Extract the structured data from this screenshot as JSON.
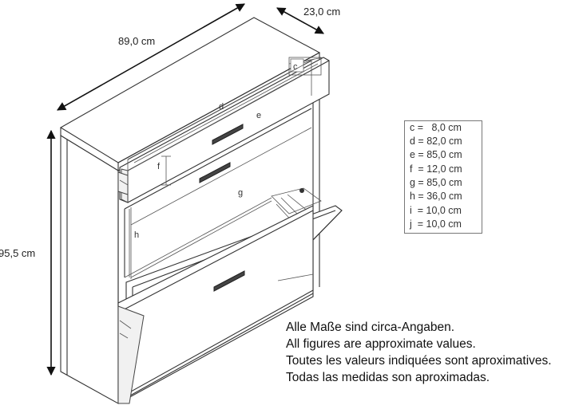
{
  "dimensions": {
    "width": "89,0 cm",
    "depth": "23,0 cm",
    "height": "95,5 cm"
  },
  "labels": {
    "c": "c",
    "d": "d",
    "e": "e",
    "f": "f",
    "g": "g",
    "h": "h"
  },
  "legend": [
    "c =   8,0 cm",
    "d = 82,0 cm",
    "e = 85,0 cm",
    "f  = 12,0 cm",
    "g = 85,0 cm",
    "h = 36,0 cm",
    "i  = 10,0 cm",
    "j  = 10,0 cm"
  ],
  "note": [
    "Alle Maße sind circa-Angaben.",
    "All figures are approximate values.",
    "Toutes les valeurs indiquées sont aproximatives.",
    "Todas las medidas son aproximadas."
  ]
}
